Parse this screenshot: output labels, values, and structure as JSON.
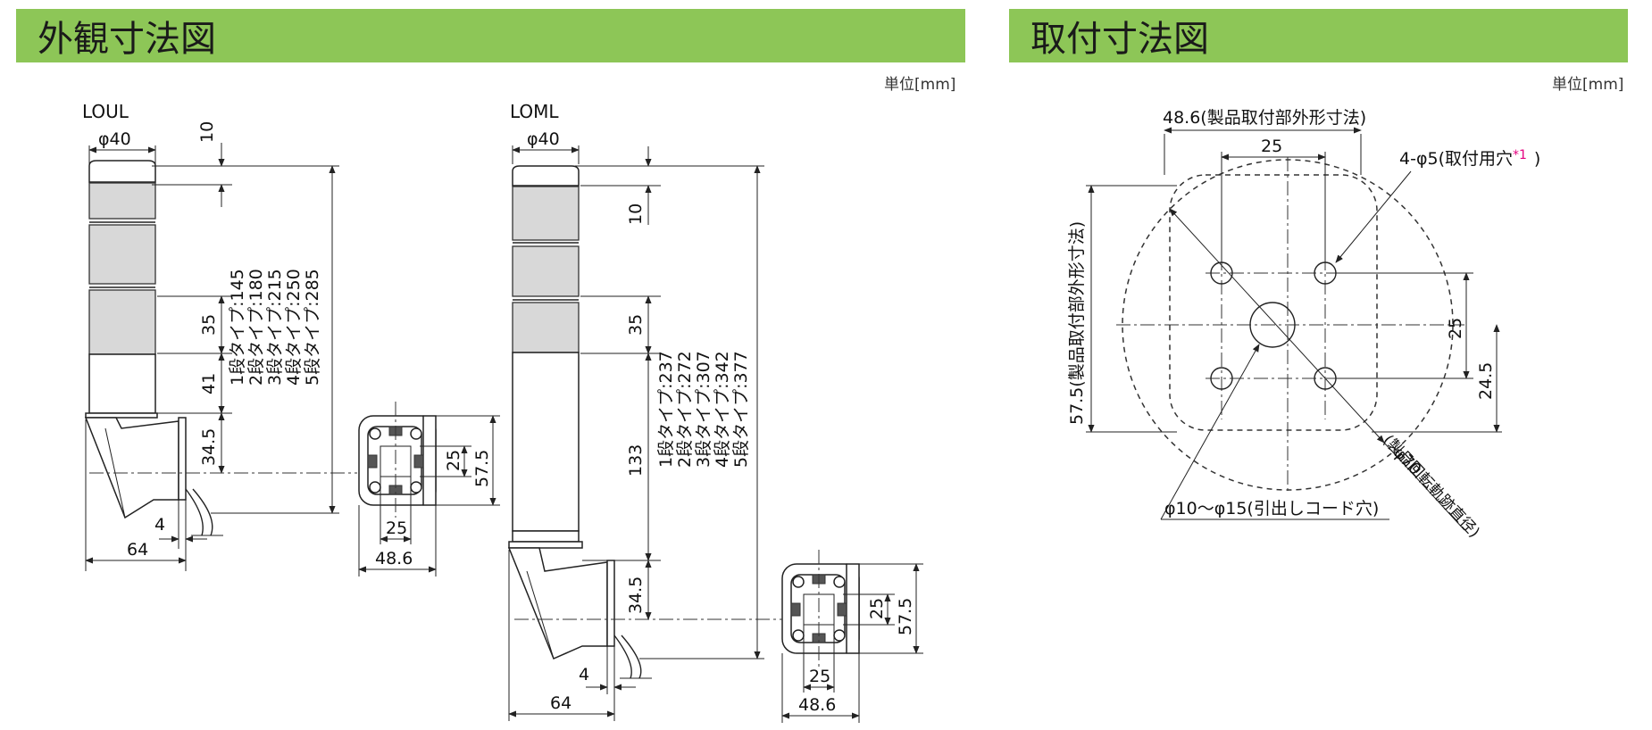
{
  "colors": {
    "header_bg": "#8dc657",
    "note_accent": "#e4007f"
  },
  "left_section": {
    "title": "外観寸法図",
    "unit": "単位[mm]",
    "loul": {
      "label": "LOUL",
      "phi": "φ40",
      "dim_top": "10",
      "dim_tier": "35",
      "dim_pole": "41",
      "dim_base": "34.5",
      "dim_offset": "4",
      "dim_width": "64",
      "types": [
        "1段タイプ:145",
        "2段タイプ:180",
        "3段タイプ:215",
        "4段タイプ:250",
        "5段タイプ:285"
      ],
      "bottom_view": {
        "inner": "25",
        "height": "57.5",
        "inner_w": "25",
        "width": "48.6"
      }
    },
    "loml": {
      "label": "LOML",
      "phi": "φ40",
      "dim_top": "10",
      "dim_tier": "35",
      "dim_pole": "133",
      "dim_base": "34.5",
      "dim_offset": "4",
      "dim_width": "64",
      "types": [
        "1段タイプ:237",
        "2段タイプ:272",
        "3段タイプ:307",
        "4段タイプ:342",
        "5段タイプ:377"
      ],
      "bottom_view": {
        "inner": "25",
        "height": "57.5",
        "inner_w": "25",
        "width": "48.6"
      }
    }
  },
  "right_section": {
    "title": "取付寸法図",
    "unit": "単位[mm]",
    "dim_outer_width": "48.6(製品取付部外形寸法)",
    "dim_inner_width": "25",
    "hole_note": "4-φ5(取付用穴",
    "hole_note_mark": "*1",
    "hole_note_close": ")",
    "dim_outer_height": "57.5(製品取付部外形寸法)",
    "dim_inner_height": "25",
    "dim_offset_height": "24.5",
    "phi70": "φ70",
    "phi70_note": "(製品回転軌跡直径)",
    "cord_hole": "φ10〜φ15(引出しコード穴)"
  }
}
